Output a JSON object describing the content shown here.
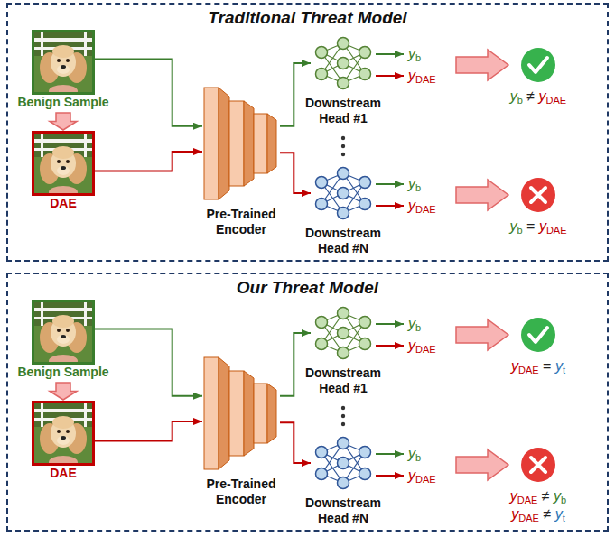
{
  "diagram": {
    "nodes": [
      {
        "text": [
          "Traditional Threat Model"
        ]
      },
      {
        "text": [
          "Benign Sample"
        ],
        "in": 0
      },
      {
        "text": [
          "DAE"
        ],
        "in": 0
      },
      {
        "text": [
          "Pre-Trained Encoder"
        ],
        "in": 0
      },
      {
        "text": [
          "Downstream Head #1"
        ],
        "in": 0
      },
      {
        "text": [
          "Downstream Head #N"
        ],
        "in": 0
      },
      {
        "text": [
          "Our Threat Model"
        ]
      },
      {
        "text": [
          "Benign Sample"
        ],
        "in": 6
      },
      {
        "text": [
          "DAE"
        ],
        "in": 6
      },
      {
        "text": [
          "Pre-Trained Encoder"
        ],
        "in": 6
      },
      {
        "text": [
          "Downstream Head #1"
        ],
        "in": 6
      },
      {
        "text": [
          "Downstream Head #N"
        ],
        "in": 6
      }
    ],
    "edges": [
      {
        "from": 1,
        "to": 2,
        "arrow": "to"
      },
      {
        "from": 1,
        "to": 3,
        "arrow": "to"
      },
      {
        "from": 2,
        "to": 3,
        "arrow": "to"
      },
      {
        "from": 3,
        "to": 4,
        "arrow": "to"
      },
      {
        "from": 3,
        "to": 5,
        "arrow": "to"
      },
      {
        "from": 7,
        "to": 8,
        "arrow": "to"
      },
      {
        "from": 7,
        "to": 9,
        "arrow": "to"
      },
      {
        "from": 8,
        "to": 9,
        "arrow": "to"
      },
      {
        "from": 9,
        "to": 10,
        "arrow": "to"
      },
      {
        "from": 9,
        "to": 11,
        "arrow": "to"
      }
    ],
    "labels": [
      "yb",
      "yDAE",
      "yb ≠ yDAE",
      "yb",
      "yDAE",
      "yb = yDAE",
      "yb",
      "yDAE",
      "yDAE = yt",
      "yb",
      "yDAE",
      "yDAE ≠ yb",
      "yDAE ≠ yt"
    ]
  }
}
